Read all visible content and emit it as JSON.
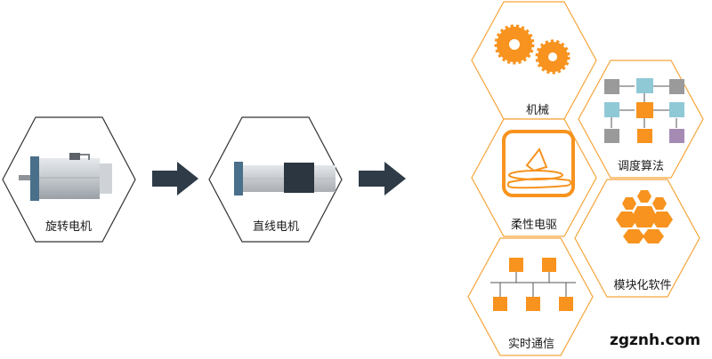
{
  "motors": {
    "rotary_label": "旋转电机",
    "linear_label": "直线电机"
  },
  "hexes": {
    "mechanical": "机械",
    "scheduling": "调度算法",
    "flexible_drive": "柔性电驱",
    "modular_software": "模块化软件",
    "realtime_comm": "实时通信"
  },
  "watermark": "zgznh.com",
  "colors": {
    "orange": "#f7931e",
    "hex_stroke": "#f6a53a",
    "dark_hex_stroke": "#333333",
    "arrow": "#2f3b47",
    "teal_node": "#8fc9d6",
    "gray_node": "#9a9a9a",
    "purple_node": "#a58bb3"
  }
}
